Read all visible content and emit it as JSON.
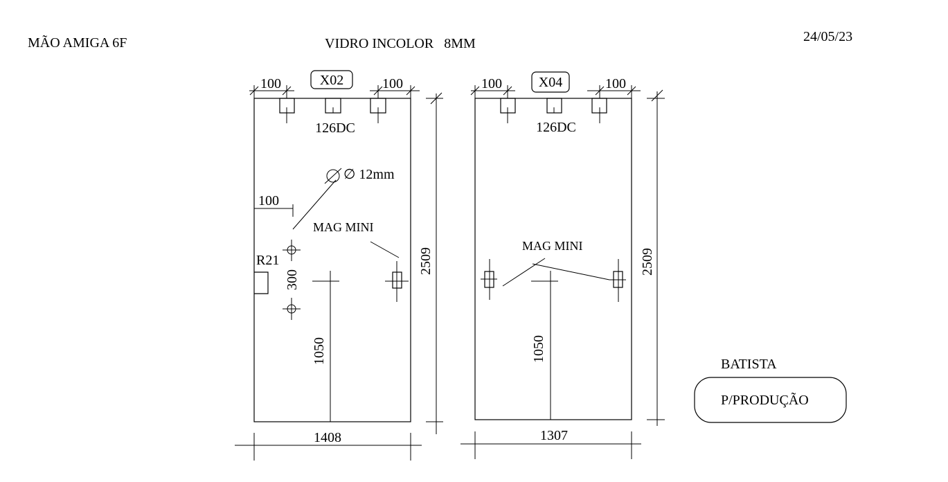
{
  "header": {
    "client": "MÃO AMIGA 6F",
    "material": "VIDRO INCOLOR   8MM",
    "date": "24/05/23"
  },
  "panel_left": {
    "id": "X02",
    "hinge_offset_left": "100",
    "hinge_offset_right": "100",
    "hinge_code": "126DC",
    "hole_diameter": "∅ 12mm",
    "hole_offset": "100",
    "notch_label": "R21",
    "hole_spacing": "300",
    "mag_label": "MAG MINI",
    "handle_height": "1050",
    "width": "1408",
    "height": "2509"
  },
  "panel_right": {
    "id": "X04",
    "hinge_offset_left": "100",
    "hinge_offset_right": "100",
    "hinge_code": "126DC",
    "mag_label": "MAG MINI",
    "handle_height": "1050",
    "width": "1307",
    "height": "2509"
  },
  "footer": {
    "author": "BATISTA",
    "status": "P/PRODUÇÃO"
  }
}
